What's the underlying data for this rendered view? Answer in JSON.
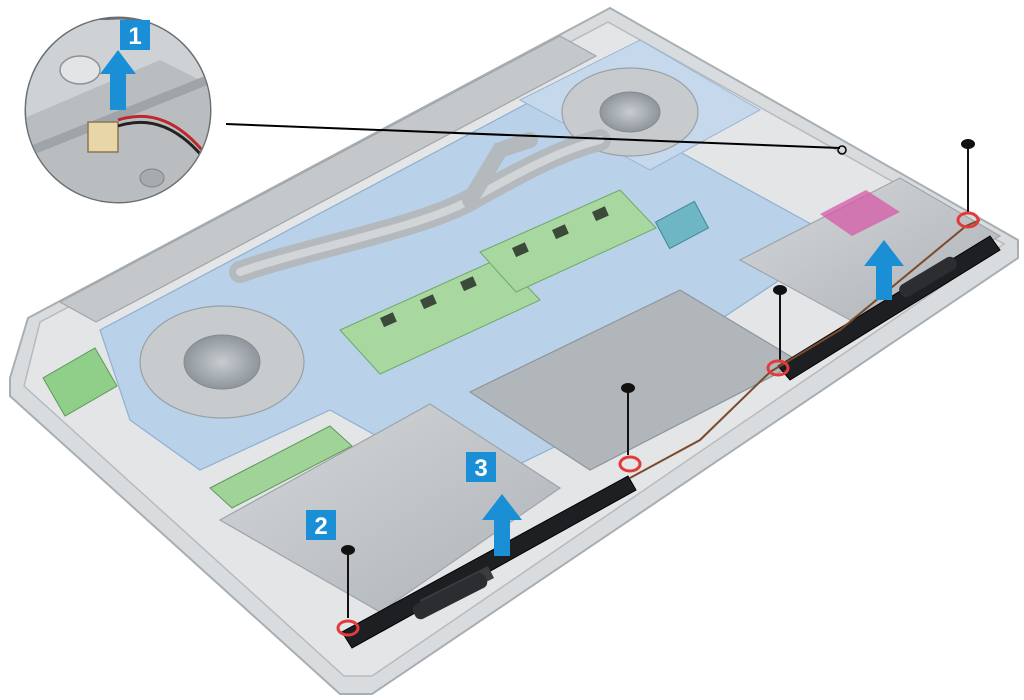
{
  "colors": {
    "step_badge": "#1a8fd6",
    "step_badge_text": "#ffffff",
    "arrow": "#1a8fd6",
    "chassis": "#cfd3d6",
    "chassis_edge": "#9ea4a8",
    "board": "#b8d0e8",
    "memory_pcb": "#a9d9a0",
    "pad_silver": "#c9cdd0",
    "speaker": "#1e1f22",
    "screw": "#111111",
    "screw_ring": "#e23b3b"
  },
  "steps": {
    "s1": "1",
    "s2": "2",
    "s3": "3"
  },
  "icons": {
    "callout": "zoom-callout-connector",
    "arrow": "lift-arrow",
    "screw": "screw"
  }
}
